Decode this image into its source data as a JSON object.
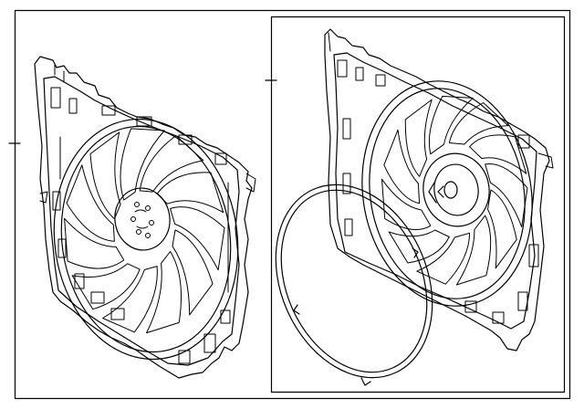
{
  "diagram": {
    "left_panel": {
      "part_name": "fan-shroud-assembly",
      "fan_blade_count": 11
    },
    "right_panel": {
      "part_name": "fan-shroud-exploded",
      "fan_blade_count": 11,
      "ring_part": "fan-ring"
    },
    "line_color": "#000000",
    "background_color": "#ffffff"
  }
}
